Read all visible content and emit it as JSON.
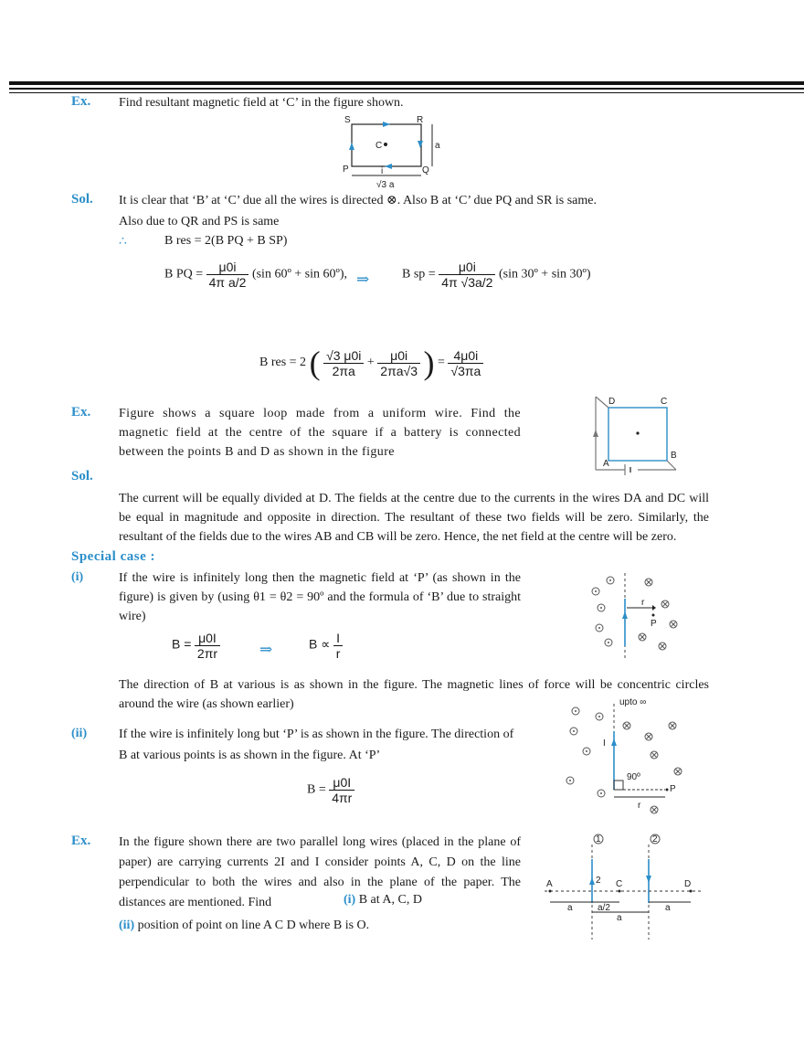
{
  "ex1": {
    "label": "Ex.",
    "question": "Find resultant magnetic field at ‘C’ in the figure shown.",
    "fig": {
      "S": "S",
      "R": "R",
      "P": "P",
      "Q": "Q",
      "C": "C",
      "a": "a",
      "i": "i",
      "base": "√3 a"
    }
  },
  "sol1": {
    "label": "Sol.",
    "line1": "It is clear that ‘B’ at ‘C’ due all the wires is directed ⊗. Also B at ‘C’ due PQ and SR is same.",
    "line2": "Also due to QR and PS is same",
    "therefore": "∴",
    "bres_eq": "B res = 2(B PQ + B SP)",
    "bpq_lhs": "B PQ =",
    "bpq_num": "μ0i",
    "bpq_den": "4π a/2",
    "bpq_tail": "(sin 60º + sin 60º),",
    "implies": "⇒",
    "bsp_lhs": "B sp =",
    "bsp_num": "μ0i",
    "bsp_den": "4π √3a/2",
    "bsp_tail": "(sin 30º + sin 30º)",
    "bres_lhs": "B res = 2",
    "t1_num": "√3 μ0i",
    "t1_den": "2πa",
    "plus": "+",
    "t2_num": "μ0i",
    "t2_den": "2πa√3",
    "eq": "=",
    "r_num": "4μ0i",
    "r_den": "√3πa"
  },
  "ex2": {
    "label": "Ex.",
    "text": "Figure shows a square loop made from a uniform wire. Find the magnetic field at the centre of the square if a battery is connected between the points B and D as shown in the figure",
    "fig": {
      "A": "A",
      "B": "B",
      "C": "C",
      "D": "D"
    }
  },
  "sol2": {
    "label": "Sol.",
    "text": "The current will be equally divided at D. The fields at the centre due to the currents in the wires DA and DC will be equal in magnitude and opposite in direction. The resultant of these two fields will be zero. Similarly, the resultant of the fields due to the wires AB and CB will be zero. Hence, the net field at the centre will be zero."
  },
  "special": {
    "heading": "Special case :",
    "i_label": "(i)",
    "i_text": "If the wire is infinitely long then the magnetic field at ‘P’ (as shown in the figure) is given by (using θ1 = θ2 = 90º and the formula of ‘B’ due to straight wire)",
    "i_eq_lhs": "B =",
    "i_eq_num": "μ0I",
    "i_eq_den": "2πr",
    "implies": "⇒",
    "prop_lhs": "B ∝",
    "prop_num": "I",
    "prop_den": "r",
    "dir_text": "The direction of B at various is as shown in the figure. The magnetic lines of force will be concentric circles around the wire (as shown earlier)",
    "fig1": {
      "r": "r",
      "P": "P"
    },
    "ii_label": "(ii)",
    "ii_text1": "If the wire is infinitely long but ‘P’ is as shown in the figure. The direction of",
    "ii_text2": "B at various points is as shown in the figure. At ‘P’",
    "ii_eq_lhs": "B =",
    "ii_eq_num": "μ0I",
    "ii_eq_den": "4πr",
    "fig2": {
      "upto": "upto ∞",
      "I": "I",
      "angle": "90º",
      "P": "P",
      "r": "r"
    }
  },
  "ex3": {
    "label": "Ex.",
    "text": "In the figure shown there are two parallel long wires (placed in the plane of paper) are carrying currents 2I and I consider points A, C, D on the line perpendicular to both the wires and also in the plane of the paper. The distances are mentioned. Find",
    "part_i": "(i)",
    "part_i_text": "B at A, C, D",
    "part_ii": "(ii)",
    "part_ii_text": "position of point on line A C D where B is O.",
    "fig": {
      "w1": "1",
      "w2": "2",
      "A": "A",
      "C": "C",
      "D": "D",
      "cur": "2",
      "a1": "a",
      "half": "a/2",
      "a2": "a",
      "a3": "a"
    }
  }
}
